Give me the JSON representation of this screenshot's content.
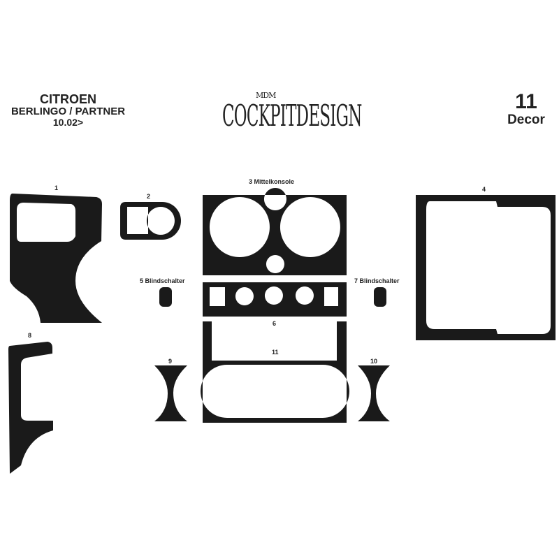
{
  "header": {
    "brand": "CITROEN",
    "model": "BERLINGO / PARTNER",
    "year": "10.02>",
    "part_count": "11",
    "part_type": "Decor"
  },
  "logo": {
    "mark": "MDM",
    "wordmark": "COCKPITDESIGN"
  },
  "labels": {
    "p1": "1",
    "p2": "2",
    "p3": "3 Mittelkonsole",
    "p4": "4",
    "p5": "5 Blindschalter",
    "p6": "6",
    "p7": "7 Blindschalter",
    "p8": "8",
    "p9": "9",
    "p10": "10",
    "p11": "11"
  },
  "colors": {
    "part_fill": "#1a1a1a",
    "background": "#ffffff"
  }
}
